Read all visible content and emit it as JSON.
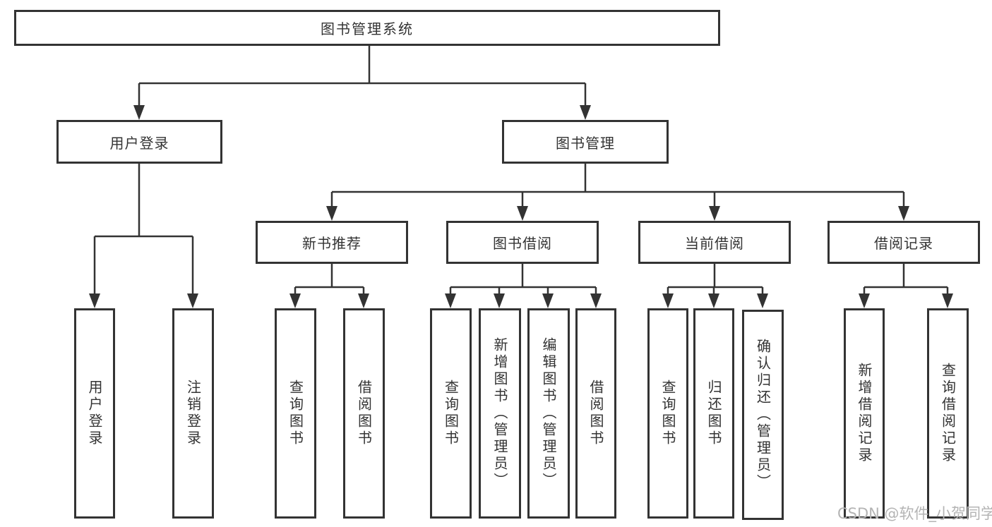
{
  "tree": {
    "label": "图书管理系统",
    "children": [
      {
        "label": "用户登录",
        "children": [
          {
            "label": "用户登录"
          },
          {
            "label": "注销登录"
          }
        ]
      },
      {
        "label": "图书管理",
        "children": [
          {
            "label": "新书推荐",
            "children": [
              {
                "label": "查询图书"
              },
              {
                "label": "借阅图书"
              }
            ]
          },
          {
            "label": "图书借阅",
            "children": [
              {
                "label": "查询图书"
              },
              {
                "label": "新增图书（管理员）"
              },
              {
                "label": "编辑图书（管理员）"
              },
              {
                "label": "借阅图书"
              }
            ]
          },
          {
            "label": "当前借阅",
            "children": [
              {
                "label": "查询图书"
              },
              {
                "label": "归还图书"
              },
              {
                "label": "确认归还（管理员）"
              }
            ]
          },
          {
            "label": "借阅记录",
            "children": [
              {
                "label": "新增借阅记录"
              },
              {
                "label": "查询借阅记录"
              }
            ]
          }
        ]
      }
    ]
  },
  "watermark": "CSDN @软件_小贺同学",
  "colors": {
    "line": "#333333",
    "box_border": "#333333",
    "box_fill": "#ffffff",
    "text": "#333333",
    "watermark": "#b4b4b4",
    "background": "#ffffff"
  }
}
